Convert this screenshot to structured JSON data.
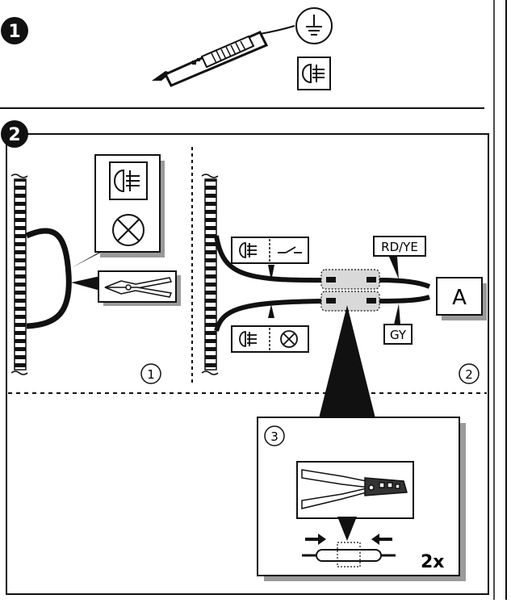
{
  "steps": {
    "step1": "1",
    "step2": "2"
  },
  "substeps": {
    "sub1": "1",
    "sub2": "2",
    "sub3": "3"
  },
  "labels": {
    "wire_red_yellow": "RD/YE",
    "wire_grey": "GY",
    "connector": "A",
    "quantity": "2x"
  },
  "icons": [
    "voltage-tester-icon",
    "ground-symbol-icon",
    "fog-light-icon",
    "bulb-icon",
    "side-cutters-icon",
    "switch-icon",
    "crimping-pliers-icon",
    "butt-connector-icon"
  ],
  "colors": {
    "ink": "#111111",
    "step_badge": "#111111",
    "highlight_box": "#d9d9d9",
    "shadow": "#9a9a9a"
  }
}
